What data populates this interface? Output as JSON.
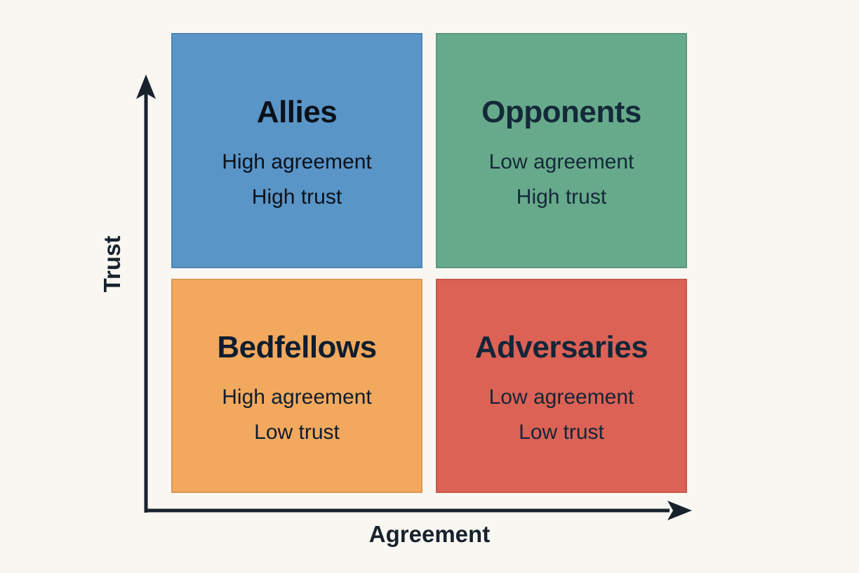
{
  "background": "#f8f7f2",
  "axes": {
    "x_label": "Agreement",
    "y_label": "Trust",
    "color": "#18222d"
  },
  "quadrants": [
    {
      "key": "allies",
      "title": "Allies",
      "line1": "High agreement",
      "line2": "High trust",
      "bg": "#5a95c8",
      "text": "#0b1118"
    },
    {
      "key": "opponents",
      "title": "Opponents",
      "line1": "Low agreement",
      "line2": "High trust",
      "bg": "#67aa8b",
      "text": "#14293a"
    },
    {
      "key": "bedfellows",
      "title": "Bedfellows",
      "line1": "High agreement",
      "line2": "Low trust",
      "bg": "#f2a95e",
      "text": "#101d2e"
    },
    {
      "key": "adversaries",
      "title": "Adversaries",
      "line1": "Low agreement",
      "line2": "Low trust",
      "bg": "#dc6255",
      "text": "#132638"
    }
  ]
}
